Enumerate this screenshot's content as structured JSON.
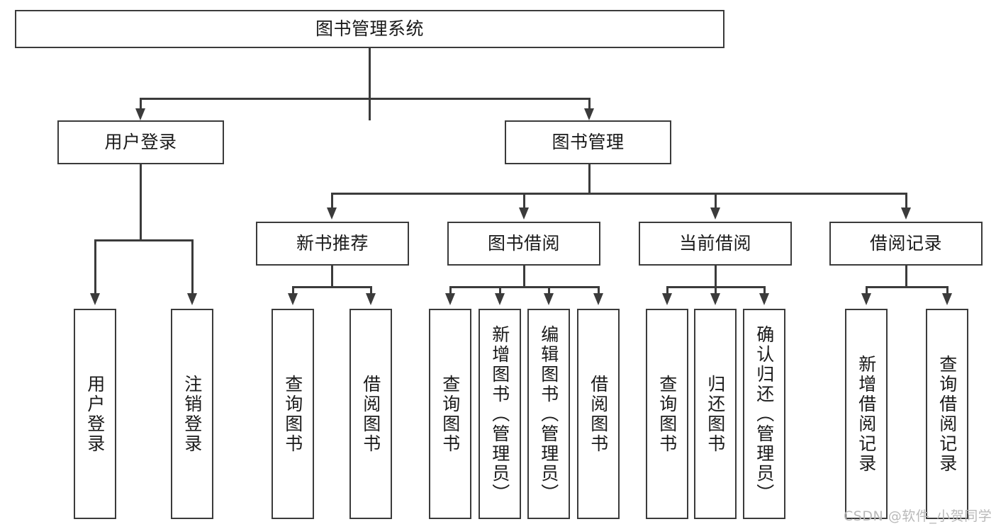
{
  "diagram": {
    "type": "tree-hierarchy",
    "title": "图书管理系统",
    "watermark": "CSDN @软件_小贺同学",
    "colors": {
      "stroke": "#3b3b3b",
      "fill": "#ffffff",
      "text": "#1a1a1a",
      "watermark": "#b9b9b9"
    },
    "nodes": {
      "root": {
        "label": "图书管理系统",
        "orientation": "horizontal"
      },
      "user_login": {
        "label": "用户登录",
        "orientation": "horizontal"
      },
      "book_manage": {
        "label": "图书管理",
        "orientation": "horizontal"
      },
      "new_book_rec": {
        "label": "新书推荐",
        "orientation": "horizontal"
      },
      "book_borrow": {
        "label": "图书借阅",
        "orientation": "horizontal"
      },
      "current_borrow": {
        "label": "当前借阅",
        "orientation": "horizontal"
      },
      "borrow_record": {
        "label": "借阅记录",
        "orientation": "horizontal"
      },
      "leaf_user_login": {
        "label": "用户登录",
        "orientation": "vertical"
      },
      "leaf_logout": {
        "label": "注销登录",
        "orientation": "vertical"
      },
      "leaf_query_book_1": {
        "label": "查询图书",
        "orientation": "vertical"
      },
      "leaf_borrow_book_1": {
        "label": "借阅图书",
        "orientation": "vertical"
      },
      "leaf_query_book_2": {
        "label": "查询图书",
        "orientation": "vertical"
      },
      "leaf_add_book": {
        "label": "新增图书（管理员）",
        "orientation": "vertical"
      },
      "leaf_edit_book": {
        "label": "编辑图书（管理员）",
        "orientation": "vertical"
      },
      "leaf_borrow_book_2": {
        "label": "借阅图书",
        "orientation": "vertical"
      },
      "leaf_query_book_3": {
        "label": "查询图书",
        "orientation": "vertical"
      },
      "leaf_return_book": {
        "label": "归还图书",
        "orientation": "vertical"
      },
      "leaf_confirm_return": {
        "label": "确认归还（管理员）",
        "orientation": "vertical"
      },
      "leaf_add_record": {
        "label": "新增借阅记录",
        "orientation": "vertical"
      },
      "leaf_query_record": {
        "label": "查询借阅记录",
        "orientation": "vertical"
      }
    },
    "hierarchy": {
      "图书管理系统": {
        "用户登录": [
          "用户登录",
          "注销登录"
        ],
        "图书管理": {
          "新书推荐": [
            "查询图书",
            "借阅图书"
          ],
          "图书借阅": [
            "查询图书",
            "新增图书（管理员）",
            "编辑图书（管理员）",
            "借阅图书"
          ],
          "当前借阅": [
            "查询图书",
            "归还图书",
            "确认归还（管理员）"
          ],
          "借阅记录": [
            "新增借阅记录",
            "查询借阅记录"
          ]
        }
      }
    }
  }
}
